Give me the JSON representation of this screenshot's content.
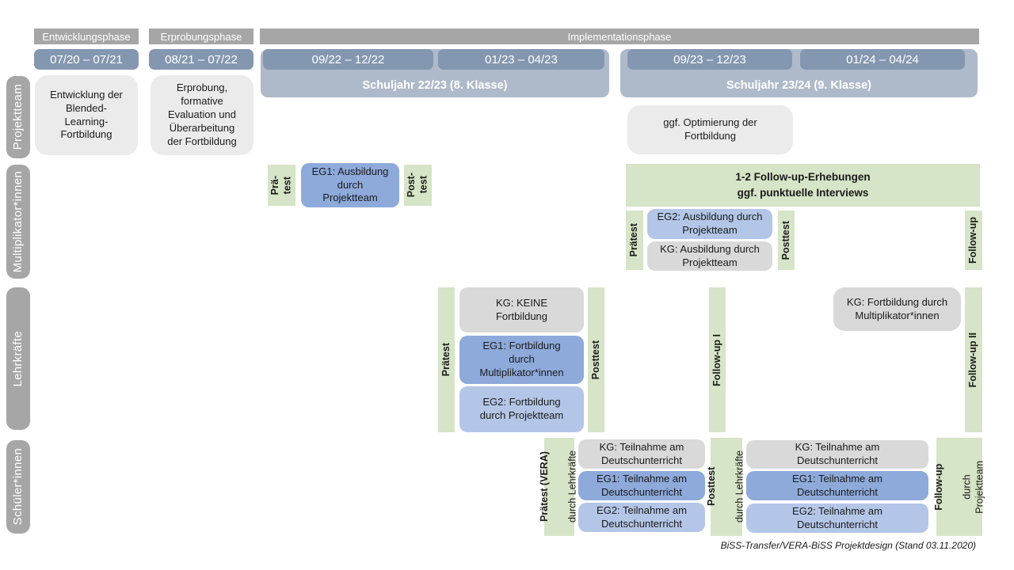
{
  "phases": {
    "development": "Entwicklungsphase",
    "testing": "Erprobungsphase",
    "implementation": "Implementationsphase"
  },
  "timeline": {
    "dev_period": "07/20 – 07/21",
    "test_period": "08/21 – 07/22",
    "sy1": {
      "p1": "09/22 – 12/22",
      "p2": "01/23 – 04/23",
      "label": "Schuljahr 22/23 (8. Klasse)"
    },
    "sy2": {
      "p1": "09/23 – 12/23",
      "p2": "01/24 – 04/24",
      "label": "Schuljahr 23/24 (9. Klasse)"
    }
  },
  "sidebar": {
    "projektteam": "Projektteam",
    "multiplikatoren": "Multiplikator*innen",
    "lehrkraefte": "Lehrkräfte",
    "schueler": "Schüler*innen"
  },
  "projektteam_row": {
    "development": "Entwicklung der\nBlended-\nLearning-\nFortbildung",
    "testing": "Erprobung,\nformative\nEvaluation und\nÜberarbeitung\nder Fortbildung",
    "optimization": "ggf. Optimierung der\nFortbildung"
  },
  "multiplikatoren_row": {
    "pretest1": "Prä-\ntest",
    "eg1": "EG1: Ausbildung\ndurch\nProjektteam",
    "posttest1": "Post-\ntest",
    "followup_box": "1-2 Follow-up-Erhebungen\nggf. punktuelle Interviews",
    "pretest2": "Prätest",
    "eg2": "EG2: Ausbildung durch\nProjektteam",
    "kg": "KG: Ausbildung durch\nProjektteam",
    "posttest2": "Posttest",
    "followup": "Follow-up"
  },
  "lehrkraefte_row": {
    "pretest": "Prätest",
    "kg": "KG: KEINE\nFortbildung",
    "eg1": "EG1: Fortbildung\ndurch\nMultiplikator*innen",
    "eg2": "EG2: Fortbildung\ndurch Projektteam",
    "posttest": "Posttest",
    "followup1": "Follow-up I",
    "kg2": "KG: Fortbildung durch\nMultiplikator*innen",
    "followup2": "Follow-up II"
  },
  "schueler_row": {
    "pretest_main": "Prätest (VERA)",
    "pretest_sub": "durch Lehrkräfte",
    "kg1": "KG: Teilnahme am\nDeutschunterricht",
    "eg1_1": "EG1: Teilnahme am\nDeutschunterricht",
    "eg2_1": "EG2: Teilnahme am\nDeutschunterricht",
    "posttest_main": "Posttest",
    "posttest_sub": "durch Lehrkräfte",
    "kg2": "KG: Teilnahme am\nDeutschunterricht",
    "eg1_2": "EG1: Teilnahme am\nDeutschunterricht",
    "eg2_2": "EG2: Teilnahme am\nDeutschunterricht",
    "followup_main": "Follow-up",
    "followup_sub": "durch\nProjektteam"
  },
  "footer": "BiSS-Transfer/VERA-BiSS Projektdesign (Stand 03.11.2020)",
  "colors": {
    "phase_bar": "#a6a6a6",
    "date_pill": "#8497b0",
    "school_year_band": "#aebaca",
    "neutral_box": "#ebebeb",
    "kg_box": "#d9d9d9",
    "eg1_box": "#8eaadb",
    "eg2_box": "#b4c6e7",
    "green_box": "#d6e4c7",
    "sidebar_bar": "#a6a6a6"
  }
}
